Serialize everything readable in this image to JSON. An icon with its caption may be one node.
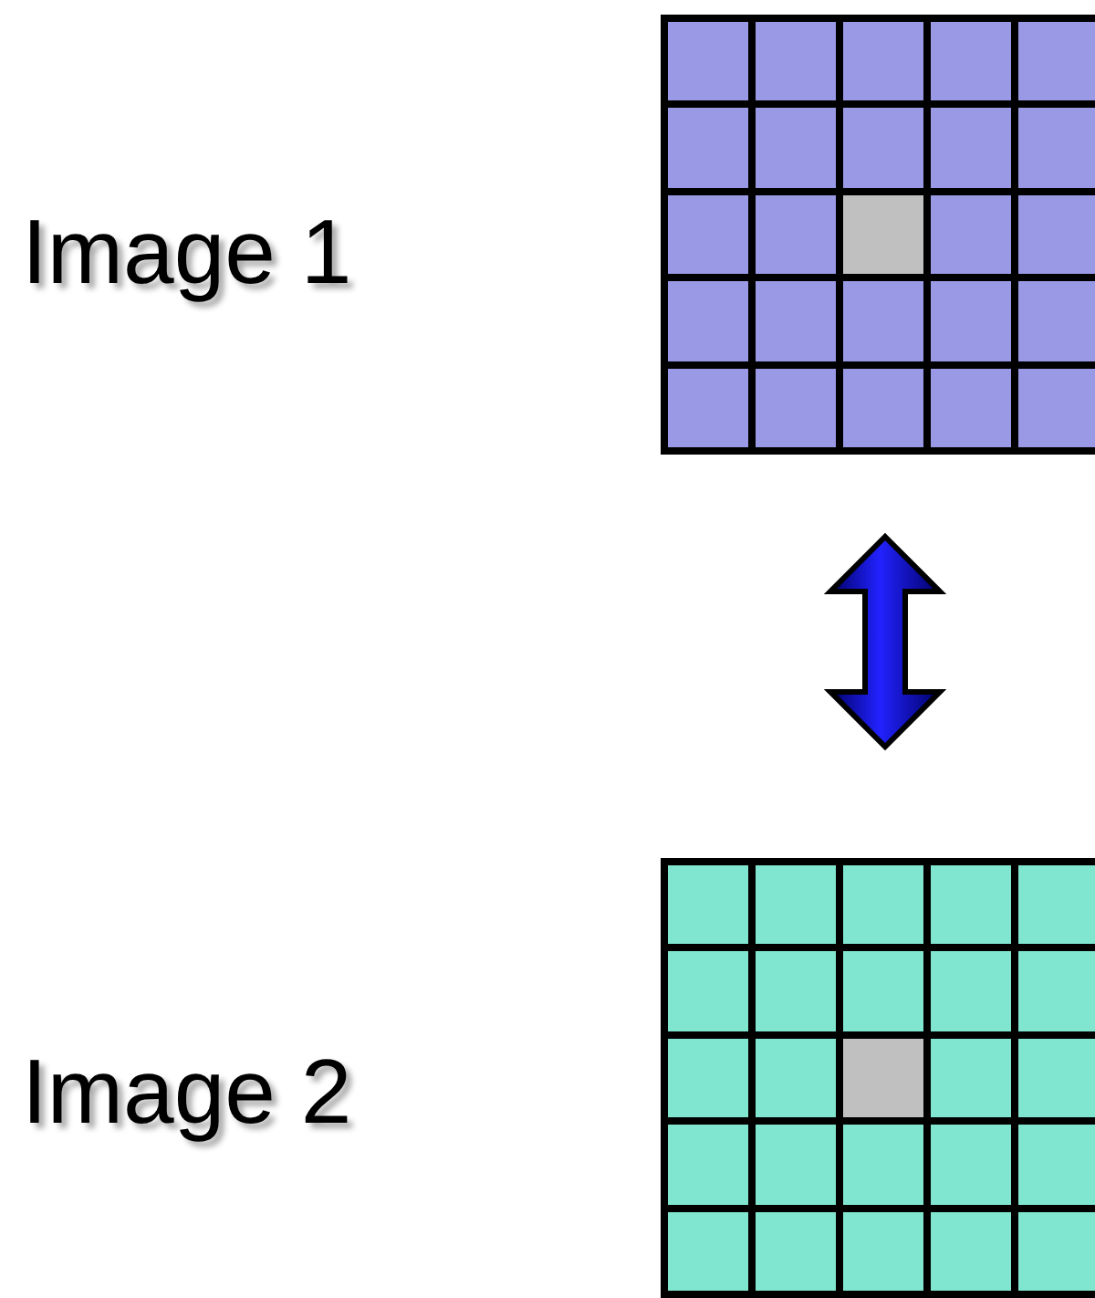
{
  "diagram": {
    "nodes": [
      {
        "text": [],
        "shape": "box",
        "beside": [
          "Image 1"
        ]
      },
      {
        "text": [],
        "shape": "box",
        "beside": [
          "Image 2"
        ]
      }
    ],
    "edges": [
      {
        "from": 0,
        "to": 1,
        "arrow": "both"
      }
    ]
  }
}
